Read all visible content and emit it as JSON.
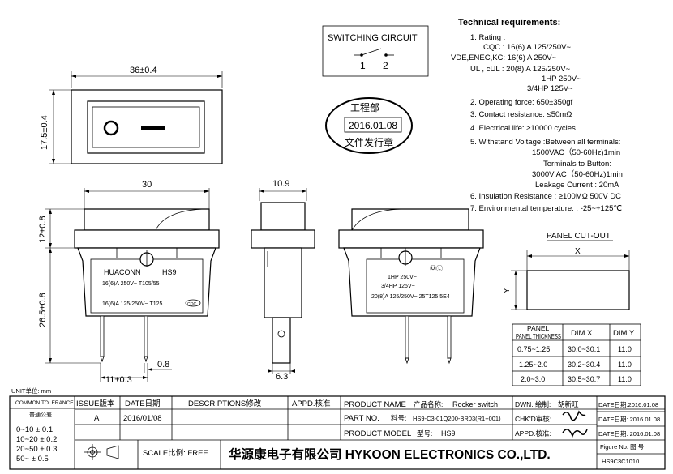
{
  "switching_circuit": {
    "title": "SWITCHING CIRCUIT",
    "pin1": "1",
    "pin2": "2"
  },
  "stamp": {
    "top": "工程部",
    "date": "2016.01.08",
    "bottom": "文件发行章"
  },
  "requirements": {
    "title": "Technical requirements:",
    "rating_head": "1. Rating :",
    "rating_lines": [
      "CQC : 16(6) A 125/250V~",
      "VDE,ENEC,KC: 16(6) A  250V~",
      "UL , cUL :  20(8) A 125/250V~",
      "1HP  250V~",
      "3/4HP  125V~"
    ],
    "items": [
      "2. Operating force: 650±350gf",
      "3. Contact resistance: ≤50mΩ",
      "4. Electrical life: ≥10000 cycles",
      "5. Withstand Voltage :Between all terminals:",
      "1500VAC（50-60Hz)1min",
      "Terminals to Button:",
      "3000V AC（50-60Hz)1min",
      "Leakage Current : 20mA",
      "6. Insulation Resistance : ≥100MΩ 500V DC",
      "7. Environmental temperature: : -25~+125℃"
    ]
  },
  "dimensions": {
    "top_width": "36±0.4",
    "top_height": "17.5±0.4",
    "front_width": "30",
    "side_width": "10.9",
    "height_upper": "12±0.8",
    "height_lower": "26.5±0.8",
    "pin_spacing": "11±0.3",
    "pin_thick": "0.8",
    "tab_width": "6.3"
  },
  "front_label": {
    "brand": "HUACONN",
    "model": "HS9",
    "line1": "16(6)A 250V~ T105/55",
    "line2": "16(6)A 125/250V~ T125",
    "mark": "CQC"
  },
  "side_label": {
    "line1": "1HP 250V~",
    "line2": "3/4HP 125V~",
    "line3": "20(8)A 125/250V~ 25T125 5E4"
  },
  "panel_cutout": {
    "title": "PANEL CUT-OUT",
    "x_label": "X",
    "y_label": "Y",
    "headers": [
      "PANEL THICKNESS",
      "DIM.X",
      "DIM.Y"
    ],
    "rows": [
      [
        "0.75~1.25",
        "30.0~30.1",
        "11.0"
      ],
      [
        "1.25~2.0",
        "30.2~30.4",
        "11.0"
      ],
      [
        "2.0~3.0",
        "30.5~30.7",
        "11.0"
      ]
    ]
  },
  "title_block": {
    "unit": "UNIT单位: mm",
    "common_tolerance": "COMMON TOLERANCE",
    "tolerance_cn": "普通公差",
    "tolerances": [
      "0~10 ± 0.1",
      "10~20 ± 0.2",
      "20~50 ± 0.3",
      "50~ ± 0.5"
    ],
    "issue_head": "ISSUE版本",
    "issue_val": "A",
    "date_head": "DATE日期",
    "date_val": "2016/01/08",
    "desc_head": "DESCRIPTIONS修改",
    "appd_head": "APPD.核准",
    "product_name_head": "PRODUCT NAME",
    "product_name_cn": "产品名称:",
    "product_name_val": "Rocker switch",
    "part_no_head": "PART NO.",
    "part_no_cn": "料号:",
    "part_no_val": "HS9-C3-01Q200-BR03(R1+001)",
    "product_model_head": "PRODUCT MODEL",
    "product_model_cn": "型号:",
    "product_model_val": "HS9",
    "dwn": "DWN. 绘制:",
    "dwn_name": "胡新旺",
    "chkd": "CHK'D审核:",
    "appd": "APPD.核准:",
    "date_lbl1": "DATE日期:2016.01.08",
    "date_lbl2": "DATE日期: 2016.01.08",
    "date_lbl3": "DATE日期: 2016.01.08",
    "scale": "SCALE比例: FREE",
    "company": "华源康电子有限公司  HYKOON ELECTRONICS CO.,LTD.",
    "figure_no": "Figure No.  图 号",
    "figure_val": "HS9C3C1010"
  }
}
